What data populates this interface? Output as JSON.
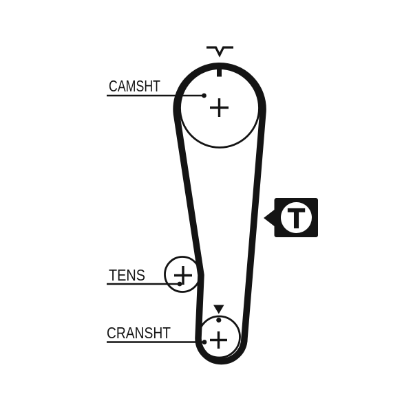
{
  "diagram": {
    "labels": {
      "camshaft": "CAMSHT",
      "tensioner": "TENS",
      "crankshaft": "CRANSHT"
    },
    "marker": {
      "label": "T"
    },
    "colors": {
      "ink": "#141414",
      "background": "#ffffff"
    }
  }
}
